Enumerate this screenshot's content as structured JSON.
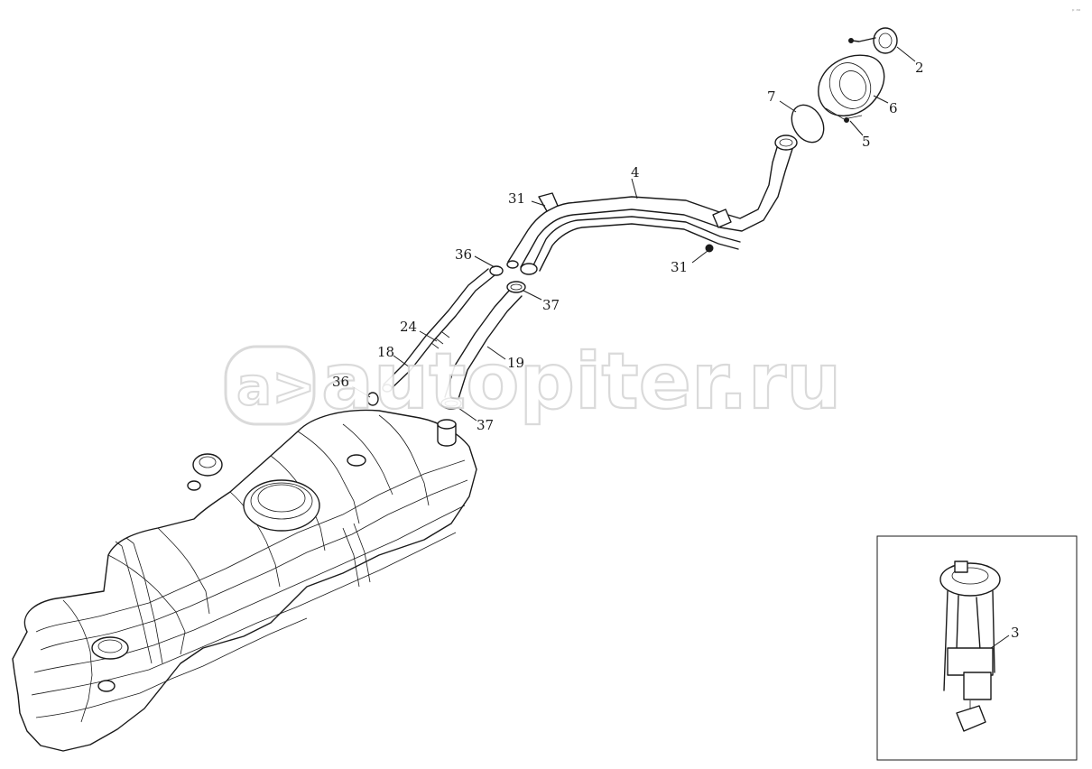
{
  "diagram": {
    "watermark": "autopiter.ru",
    "corner_mark": "ᵖ ᵃᵒ",
    "callouts": {
      "c2": "2",
      "c6": "6",
      "c7": "7",
      "c5": "5",
      "c4": "4",
      "c31_top": "31",
      "c31_bottom": "31",
      "c36_top": "36",
      "c37_top": "37",
      "c24": "24",
      "c18": "18",
      "c19": "19",
      "c36_bottom": "36",
      "c37_bottom": "37",
      "c3": "3"
    }
  }
}
